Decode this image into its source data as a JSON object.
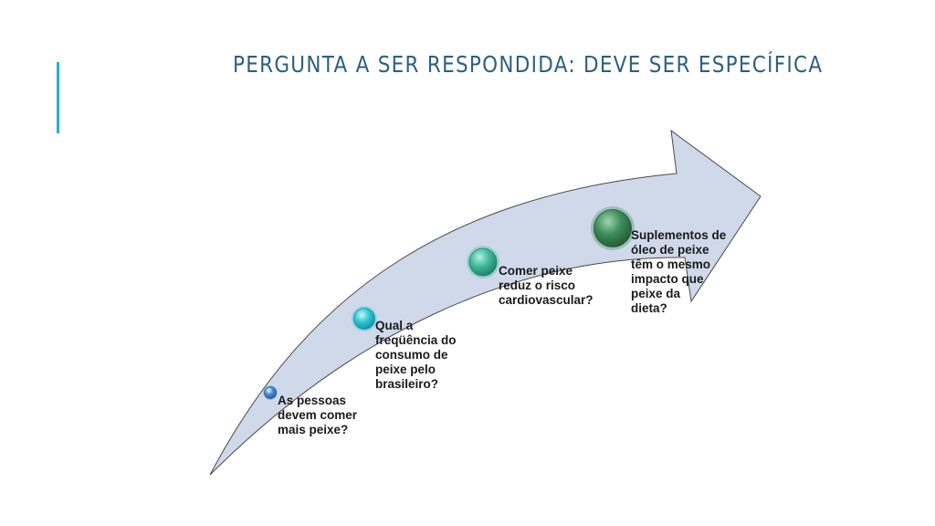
{
  "slide": {
    "title": "PERGUNTA A SER RESPONDIDA: DEVE SER ESPECÍFICA"
  },
  "colors": {
    "title": "#2f5f7f",
    "accent": "#1fb4c9",
    "arrow_fill": "#cfd9ea",
    "arrow_stroke": "#4a4a4a"
  },
  "steps": [
    {
      "label": "As pessoas\ndevem comer\nmais peixe?",
      "color": "#4a90d9"
    },
    {
      "label": "Qual a\nfreqüência do\nconsumo de\npeixe pelo\nbrasileiro?",
      "color": "#2ec7d6"
    },
    {
      "label": "Comer peixe\nreduz o risco\ncardiovascular?",
      "color": "#3dbb9a"
    },
    {
      "label": "Suplementos de\nóleo de peixe\ntêm o mesmo\nimpacto que\npeixe da\ndieta?",
      "color": "#3d8d58"
    }
  ]
}
